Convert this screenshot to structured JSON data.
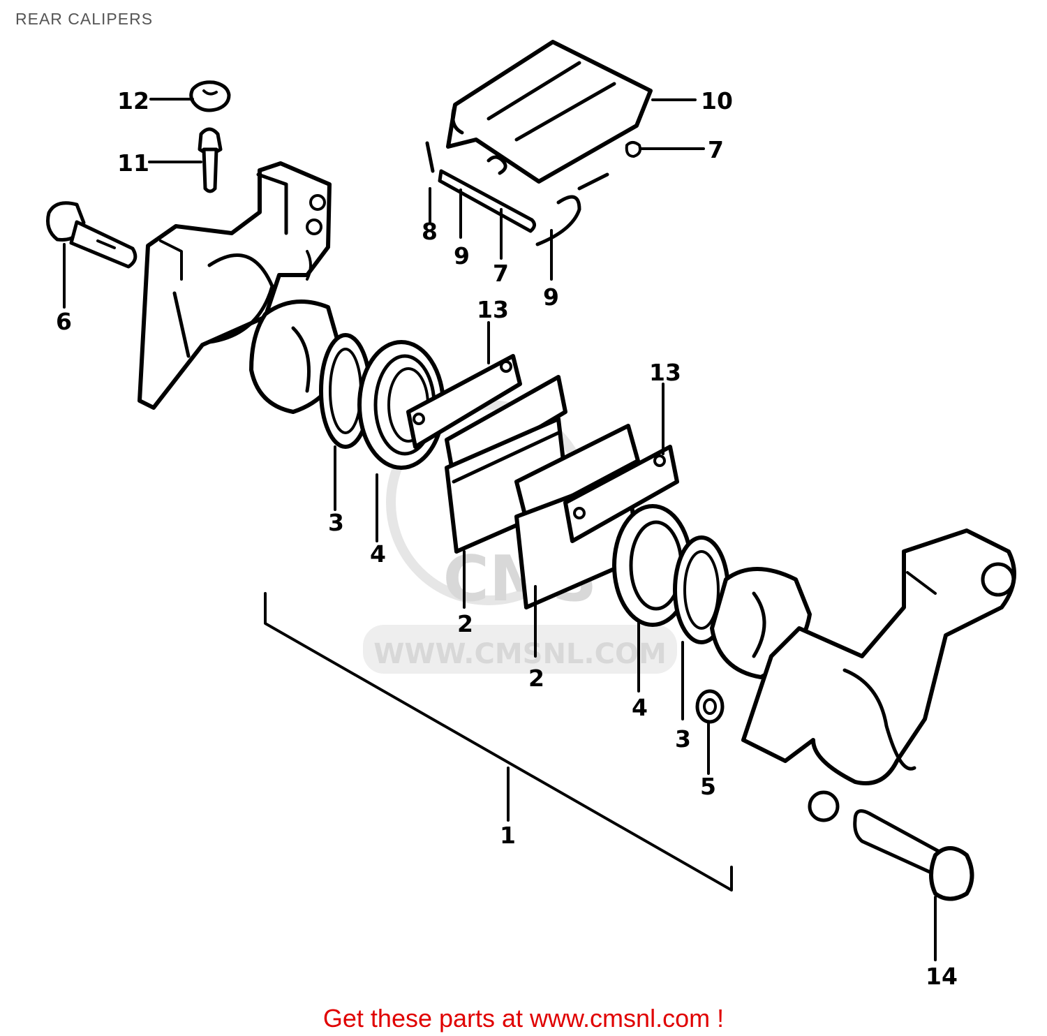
{
  "title": "REAR CALIPERS",
  "watermark": {
    "brand": "CMS",
    "url": "WWW.CMSNL.COM"
  },
  "footer": {
    "text": "Get these parts at www.cmsnl.com !"
  },
  "callouts": {
    "c1": "1",
    "c2a": "2",
    "c2b": "2",
    "c3a": "3",
    "c3b": "3",
    "c4a": "4",
    "c4b": "4",
    "c5": "5",
    "c6": "6",
    "c7a": "7",
    "c7b": "7",
    "c8": "8",
    "c9a": "9",
    "c9b": "9",
    "c10": "10",
    "c11": "11",
    "c12": "12",
    "c13a": "13",
    "c13b": "13",
    "c14": "14"
  }
}
